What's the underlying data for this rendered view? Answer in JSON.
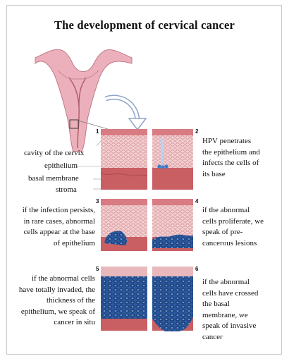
{
  "title": "The development of cervical cancer",
  "colors": {
    "epithelium": "#e3a3a8",
    "stroma": "#c95e63",
    "abnormal_cells": "#2f5fa8",
    "uterus": "#e9a7b3",
    "arrow": "#7d93bd"
  },
  "stages": [
    {
      "number": "1",
      "lines": []
    },
    {
      "number": "2",
      "lines": [
        "HPV penetrates",
        "the epithelium and",
        "infects the cells of",
        "its base"
      ]
    },
    {
      "number": "3",
      "lines": [
        "if the infection persists,",
        "in rare cases, abnormal",
        "cells appear at the base",
        "of epithelium"
      ]
    },
    {
      "number": "4",
      "lines": [
        "if the abnormal",
        "cells proliferate, we",
        "speak of pre-",
        "cancerous lesions"
      ]
    },
    {
      "number": "5",
      "lines": [
        "if the abnormal cells",
        "have totally invaded, the",
        "thickness of the",
        "epithelium, we speak of",
        "cancer in situ"
      ]
    },
    {
      "number": "6",
      "lines": [
        "if the abnormal",
        "cells have crossed",
        "the basal",
        "membrane, we",
        "speak of invasive",
        "cancer"
      ]
    }
  ],
  "labels": {
    "cavity": "cavity of the cervix",
    "epithelium": "epithelium",
    "basal_membrane": "basal membrane",
    "stroma": "stroma"
  }
}
